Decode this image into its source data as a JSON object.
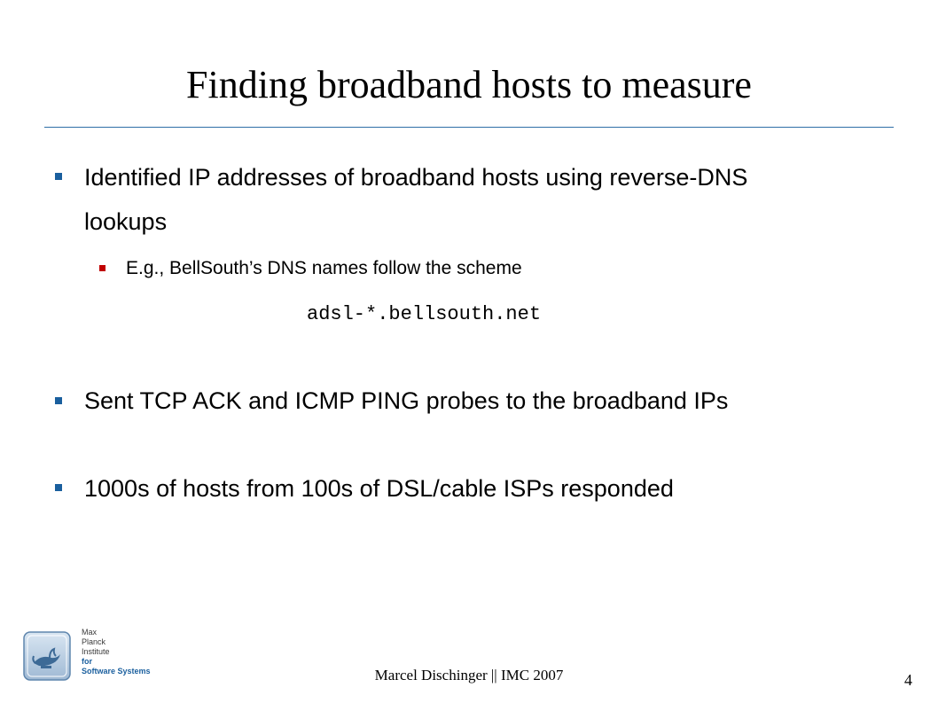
{
  "slide": {
    "title": "Finding broadband hosts to measure",
    "bullets": [
      {
        "line1": "Identified IP addresses of broadband hosts using reverse-DNS",
        "line2": "lookups",
        "sub": {
          "text": "E.g., BellSouth’s DNS names follow the scheme",
          "code": "adsl-*.bellsouth.net"
        }
      },
      {
        "text": "Sent TCP ACK and ICMP PING probes to the broadband IPs"
      },
      {
        "text": "1000s of hosts from 100s of DSL/cable ISPs responded"
      }
    ],
    "footer": "Marcel Dischinger || IMC 2007",
    "page_number": "4"
  },
  "logo": {
    "lines": [
      "Max",
      "Planck",
      "Institute",
      "for",
      "Software Systems"
    ],
    "icon": "oil-lamp-icon"
  },
  "colors": {
    "accent_blue": "#1a5f9e",
    "rule": "#2e6ea6",
    "sub_bullet": "#c00000"
  }
}
